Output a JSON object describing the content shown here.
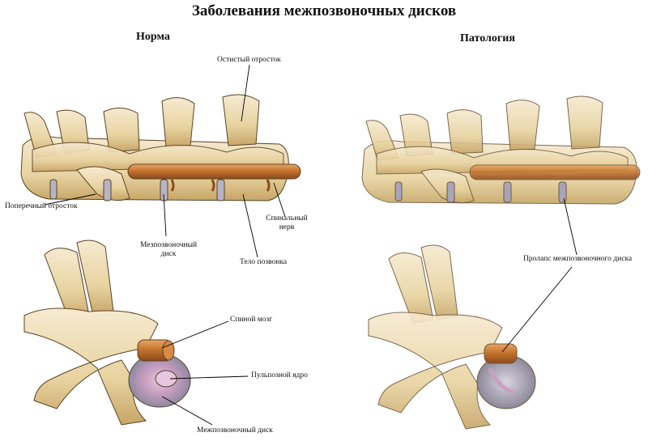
{
  "title": "Заболевания межпозвоночных дисков",
  "normal": {
    "heading": "Норма",
    "labels": {
      "spinous": "Остистый отросток",
      "transverse": "Поперечный отросток",
      "disc_line1": "Мезпозвоночный",
      "disc_line2": "диск",
      "body": "Тело позвонка",
      "nerve_line1": "Спинальный",
      "nerve_line2": "нерв",
      "cord": "Спиной мозг",
      "nucleus": "Пульпозной ядро",
      "disc_cross": "Межпозвоночный диск"
    }
  },
  "pathology": {
    "heading": "Патология",
    "labels": {
      "prolapse": "Пролапс межпозвоночного диска"
    }
  },
  "colors": {
    "bone": "#eddcae",
    "bone_shade": "#c9a86c",
    "outline": "#5a4326",
    "cord": "#c77a35",
    "disc": "#b7b3c7",
    "nucleus": "#c99fc1",
    "pointer": "#000000"
  }
}
